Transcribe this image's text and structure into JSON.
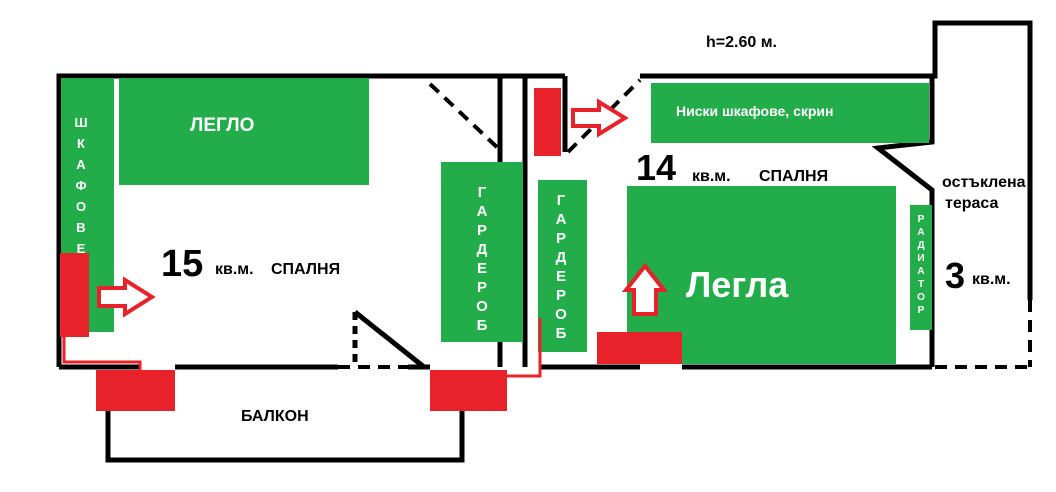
{
  "height_note": "h=2.60 м.",
  "room1": {
    "area_number": "15",
    "area_unit": "кв.м.",
    "name": "СПАЛНЯ",
    "bed": "ЛЕГЛО",
    "wardrobes_vertical": "ШКАФОВЕ",
    "wardrobe_vertical": "ГАРДЕРОБ"
  },
  "room2": {
    "area_number": "14",
    "area_unit": "кв.м.",
    "name": "СПАЛНЯ",
    "low_cabinets": "Ниски шкафове, скрин",
    "beds": "Легла",
    "wardrobe_vertical": "ГАРДЕРОБ",
    "radiator_vertical": "РАДИАТОР"
  },
  "terrace": {
    "line1": "остъклена",
    "line2": "тераса",
    "area_number": "3",
    "area_unit": "кв.м."
  },
  "balcony": "БАЛКОН",
  "colors": {
    "furniture": "#22ac4a",
    "radiator_marker": "#e8222a",
    "wall": "#000000"
  }
}
